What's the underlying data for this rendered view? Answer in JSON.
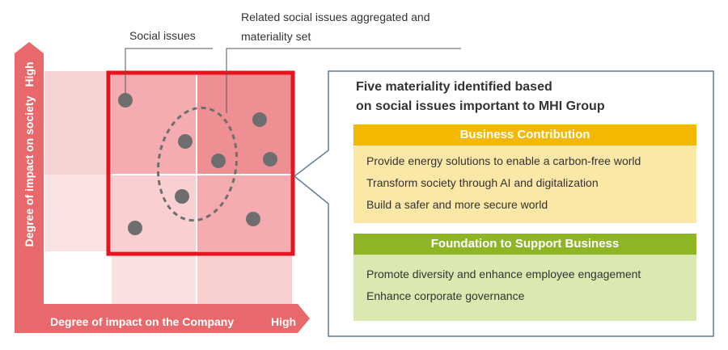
{
  "callouts": {
    "social_issues": "Social issues",
    "aggregated_line1": "Related social issues aggregated and",
    "aggregated_line2": "materiality set"
  },
  "axes": {
    "y_label": "Degree of impact on society",
    "y_high": "High",
    "x_label": "Degree of impact on the Company",
    "x_high": "High"
  },
  "panel": {
    "title_line1": "Five materiality identified based",
    "title_line2": "on social issues important to MHI Group",
    "business_contribution": {
      "header": "Business Contribution",
      "items": [
        "Provide energy solutions to enable a carbon-free world",
        "Transform society through AI and digitalization",
        "Build a safer and more secure world"
      ]
    },
    "foundation": {
      "header": "Foundation to Support Business",
      "items": [
        "Promote diversity and enhance employee engagement",
        "Enhance corporate governance"
      ]
    }
  },
  "colors": {
    "axis": "#e8686b",
    "highlight_frame": "#e5141f",
    "dot": "#6e6e6e",
    "business_header": "#f5b800",
    "business_body": "#fbe7a6",
    "foundation_header": "#8db526",
    "foundation_body": "#dbe8b0",
    "panel_border": "#5e7f96"
  }
}
